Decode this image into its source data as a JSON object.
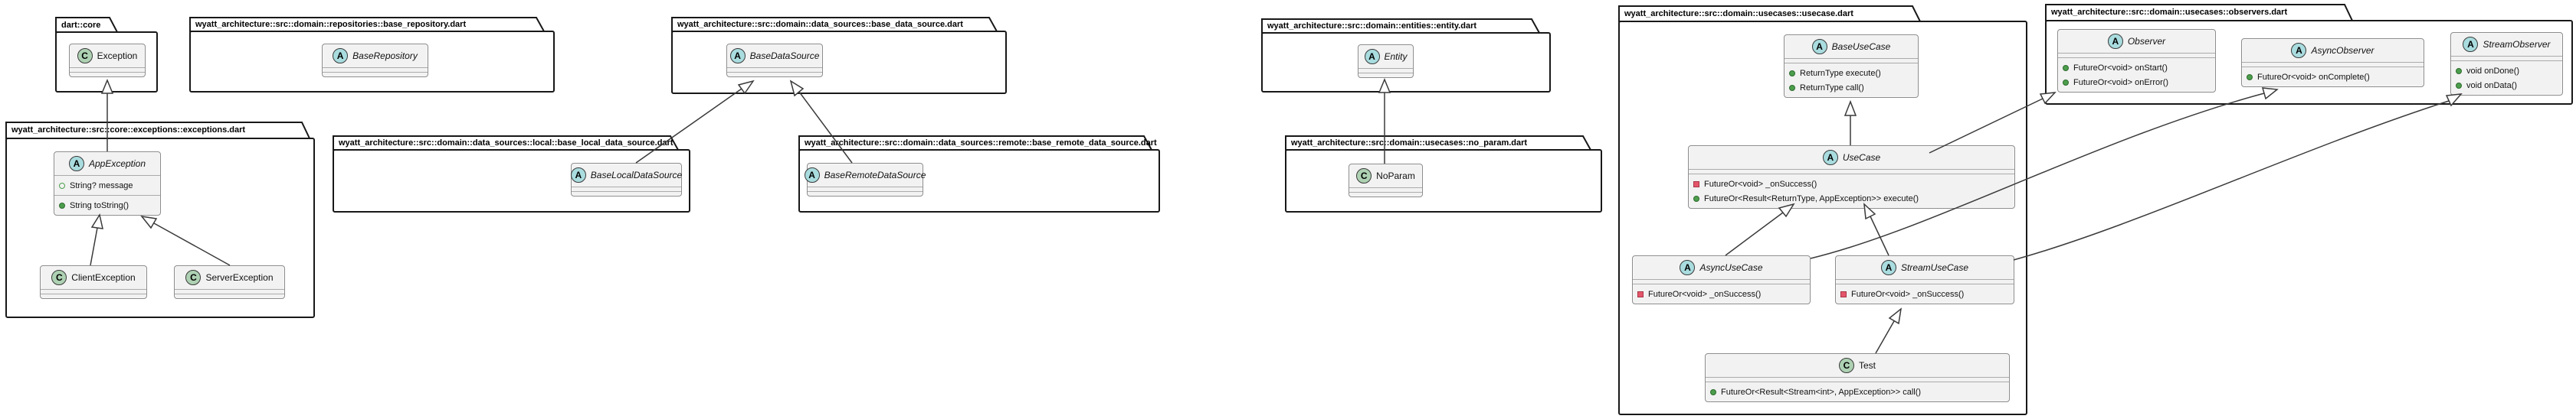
{
  "badges": {
    "abstract": "A",
    "concrete": "C"
  },
  "colors": {
    "abstract_badge": "#A9DCDF",
    "concrete_badge": "#ADD1B2",
    "class_fill": "#F2F2F2",
    "class_border": "#8C8C8C",
    "package_border": "#181818",
    "edge_line": "#3A3A3A",
    "public_method_icon": "#4C9E4C",
    "private_method_icon": "#E4566B",
    "field_icon_outline": "#4C9E4C"
  },
  "packages": [
    {
      "id": "dart-core",
      "label": "dart::core"
    },
    {
      "id": "base-repository",
      "label": "wyatt_architecture::src::domain::repositories::base_repository.dart"
    },
    {
      "id": "base-data-source",
      "label": "wyatt_architecture::src::domain::data_sources::base_data_source.dart"
    },
    {
      "id": "entity",
      "label": "wyatt_architecture::src::domain::entities::entity.dart"
    },
    {
      "id": "usecase",
      "label": "wyatt_architecture::src::domain::usecases::usecase.dart"
    },
    {
      "id": "observers",
      "label": "wyatt_architecture::src::domain::usecases::observers.dart"
    },
    {
      "id": "exceptions",
      "label": "wyatt_architecture::src::core::exceptions::exceptions.dart"
    },
    {
      "id": "base-local-data-source",
      "label": "wyatt_architecture::src::domain::data_sources::local::base_local_data_source.dart"
    },
    {
      "id": "base-remote-data-source",
      "label": "wyatt_architecture::src::domain::data_sources::remote::base_remote_data_source.dart"
    },
    {
      "id": "no-param",
      "label": "wyatt_architecture::src::domain::usecases::no_param.dart"
    }
  ],
  "classes": {
    "exception": {
      "kind": "class",
      "name": "Exception"
    },
    "app_exception": {
      "kind": "abstract",
      "name": "AppException",
      "fields": [
        {
          "vis": "field",
          "text": "String? message"
        }
      ],
      "methods": [
        {
          "vis": "public",
          "text": "String toString()"
        }
      ]
    },
    "client_exception": {
      "kind": "class",
      "name": "ClientException"
    },
    "server_exception": {
      "kind": "class",
      "name": "ServerException"
    },
    "base_repository": {
      "kind": "abstract",
      "name": "BaseRepository"
    },
    "base_data_source": {
      "kind": "abstract",
      "name": "BaseDataSource"
    },
    "base_local_data_source": {
      "kind": "abstract",
      "name": "BaseLocalDataSource"
    },
    "base_remote_data_source": {
      "kind": "abstract",
      "name": "BaseRemoteDataSource"
    },
    "entity": {
      "kind": "abstract",
      "name": "Entity"
    },
    "no_param": {
      "kind": "class",
      "name": "NoParam"
    },
    "base_use_case": {
      "kind": "abstract",
      "name": "BaseUseCase",
      "methods": [
        {
          "vis": "public",
          "text": "ReturnType execute()"
        },
        {
          "vis": "public",
          "text": "ReturnType call()"
        }
      ]
    },
    "use_case": {
      "kind": "abstract",
      "name": "UseCase",
      "methods": [
        {
          "vis": "private",
          "text": "FutureOr<void> _onSuccess()"
        },
        {
          "vis": "public",
          "text": "FutureOr<Result<ReturnType, AppException>> execute()"
        }
      ]
    },
    "async_use_case": {
      "kind": "abstract",
      "name": "AsyncUseCase",
      "methods": [
        {
          "vis": "private",
          "text": "FutureOr<void> _onSuccess()"
        }
      ]
    },
    "stream_use_case": {
      "kind": "abstract",
      "name": "StreamUseCase",
      "methods": [
        {
          "vis": "private",
          "text": "FutureOr<void> _onSuccess()"
        }
      ]
    },
    "test": {
      "kind": "class",
      "name": "Test",
      "methods": [
        {
          "vis": "public",
          "text": "FutureOr<Result<Stream<int>, AppException>> call()"
        }
      ]
    },
    "observer": {
      "kind": "abstract",
      "name": "Observer",
      "methods": [
        {
          "vis": "public",
          "text": "FutureOr<void> onStart()"
        },
        {
          "vis": "public",
          "text": "FutureOr<void> onError()"
        }
      ]
    },
    "async_observer": {
      "kind": "abstract",
      "name": "AsyncObserver",
      "methods": [
        {
          "vis": "public",
          "text": "FutureOr<void> onComplete()"
        }
      ]
    },
    "stream_observer": {
      "kind": "abstract",
      "name": "StreamObserver",
      "methods": [
        {
          "vis": "public",
          "text": "void onDone()"
        },
        {
          "vis": "public",
          "text": "void onData()"
        }
      ]
    }
  },
  "relations": [
    {
      "child": "AppException",
      "parent": "Exception"
    },
    {
      "child": "ClientException",
      "parent": "AppException"
    },
    {
      "child": "ServerException",
      "parent": "AppException"
    },
    {
      "child": "BaseLocalDataSource",
      "parent": "BaseDataSource"
    },
    {
      "child": "BaseRemoteDataSource",
      "parent": "BaseDataSource"
    },
    {
      "child": "NoParam",
      "parent": "Entity"
    },
    {
      "child": "UseCase",
      "parent": "BaseUseCase"
    },
    {
      "child": "AsyncUseCase",
      "parent": "UseCase"
    },
    {
      "child": "StreamUseCase",
      "parent": "UseCase"
    },
    {
      "child": "Test",
      "parent": "StreamUseCase"
    },
    {
      "child": "UseCase",
      "parent": "Observer"
    },
    {
      "child": "AsyncUseCase",
      "parent": "AsyncObserver"
    },
    {
      "child": "StreamUseCase",
      "parent": "StreamObserver"
    }
  ]
}
